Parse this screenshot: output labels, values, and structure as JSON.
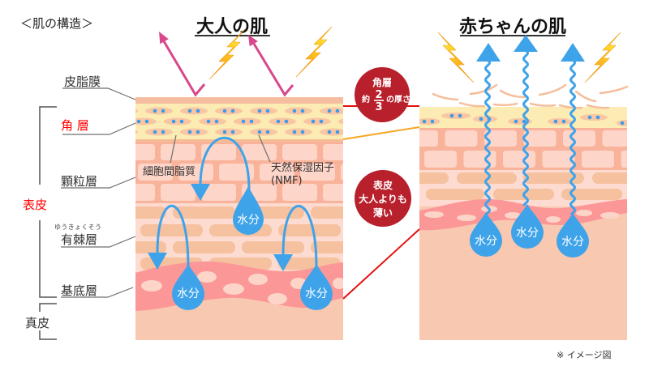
{
  "page_title": "＜肌の構造＞",
  "adult": {
    "title": "大人の肌",
    "annotations": {
      "intercellular_lipid": "細胞間脂質",
      "nmf_line1": "天然保湿因子",
      "nmf_line2": "(NMF)"
    },
    "water_drops": [
      "水分",
      "水分",
      "水分"
    ]
  },
  "baby": {
    "title": "赤ちゃんの肌",
    "water_drops": [
      "水分",
      "水分",
      "水分"
    ]
  },
  "layer_labels": {
    "sebum_film": "皮脂膜",
    "stratum_corneum": "角 層",
    "stratum_granulosum": "顆粒層",
    "stratum_spinosum_ruby": "ゆうきょくそう",
    "stratum_spinosum": "有棘層",
    "stratum_basale": "基底層",
    "epidermis": "表皮",
    "dermis": "真皮"
  },
  "callouts": {
    "corneum": {
      "title": "角層",
      "prefix": "約",
      "numerator": "2",
      "denominator": "3",
      "suffix": "の厚さ"
    },
    "epidermis": {
      "lines": [
        "表皮",
        "大人よりも",
        "薄い"
      ]
    }
  },
  "footnote": "※ イメージ図",
  "icons": [
    "lightning-bolt-icon",
    "uv-reflect-arrow-icon",
    "water-drop-icon",
    "moisture-loop-arrow-icon",
    "evaporation-arrow-icon"
  ],
  "colors": {
    "accent_red": "#ff0000",
    "callout": "#b8202b",
    "water": "#3fa3ea",
    "uv_arrow": "#d9488c",
    "lightning": "#f7a51e",
    "connector_red": "#e51010",
    "connector_orange": "#f5a623"
  }
}
